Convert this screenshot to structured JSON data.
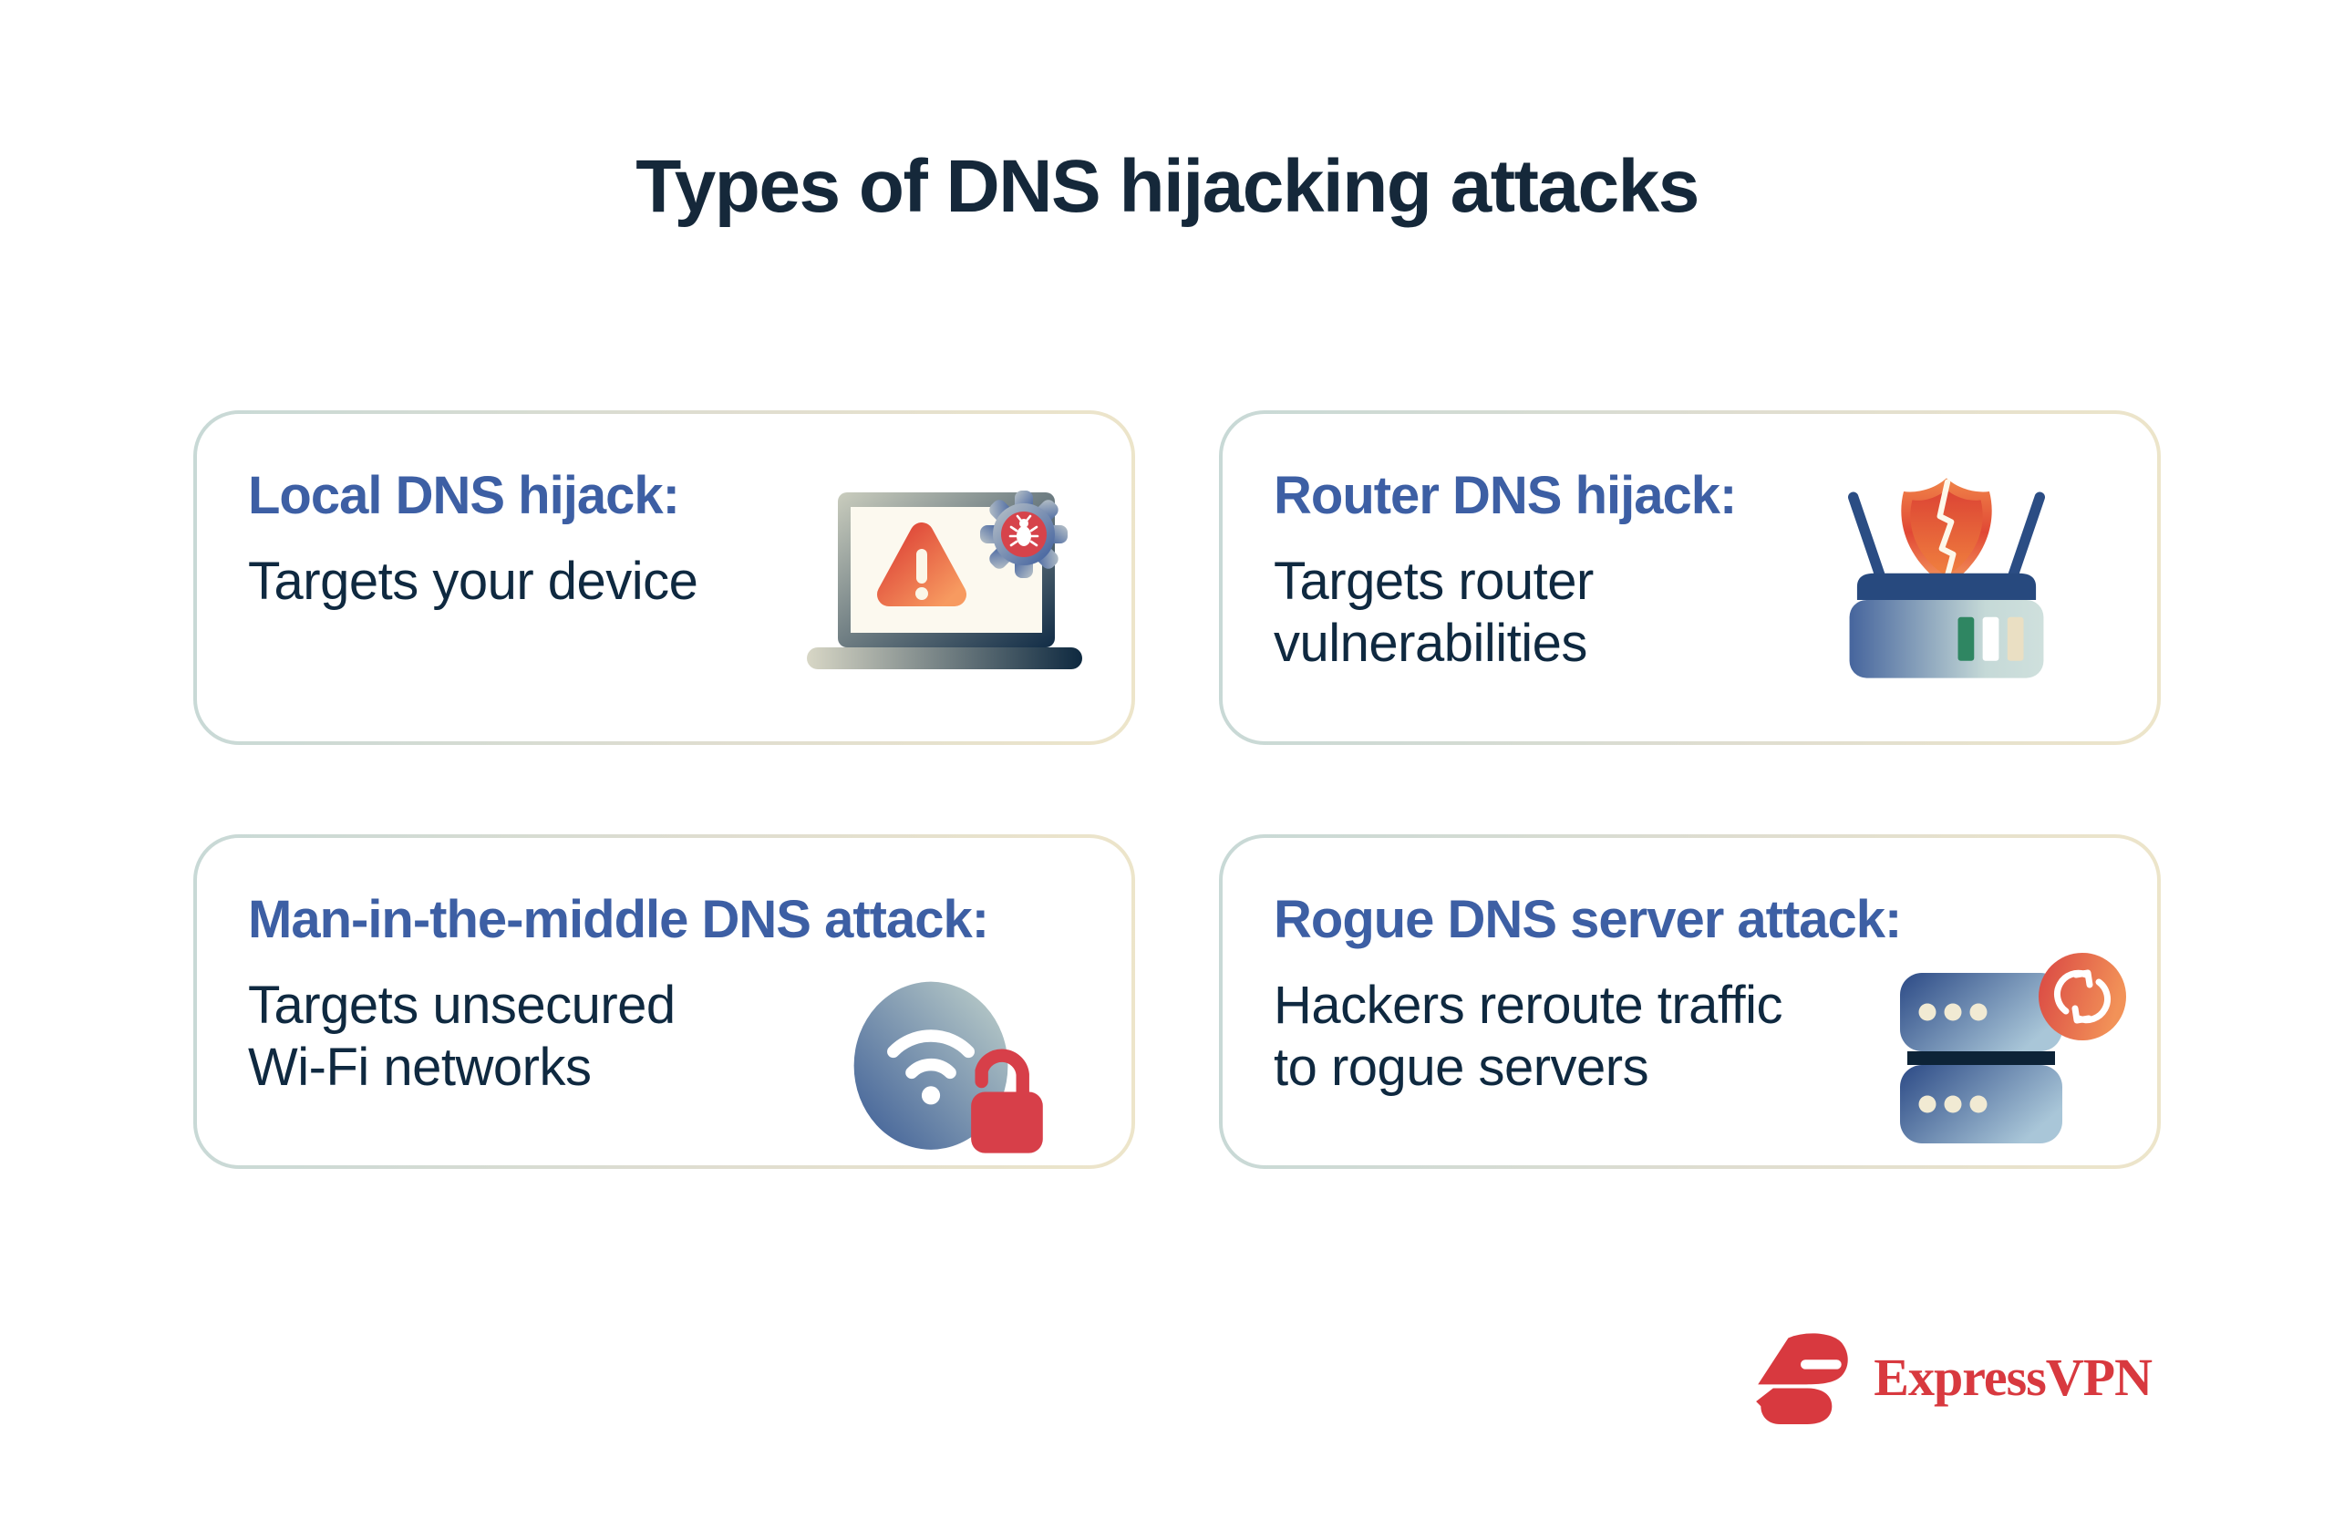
{
  "title": "Types of DNS hijacking attacks",
  "cards": [
    {
      "id": "local",
      "heading": "Local DNS hijack:",
      "body": "Targets your device",
      "icon": "laptop-malware-icon"
    },
    {
      "id": "router",
      "heading": "Router DNS hijack:",
      "body": "Targets router\nvulnerabilities",
      "icon": "router-breach-icon"
    },
    {
      "id": "mitm",
      "heading": "Man-in-the-middle DNS attack:",
      "body": "Targets unsecured\nWi-Fi networks",
      "icon": "wifi-unlocked-icon"
    },
    {
      "id": "rogue",
      "heading": "Rogue DNS server attack:",
      "body": "Hackers reroute traffic\nto rogue servers",
      "icon": "rogue-server-icon"
    }
  ],
  "brand": {
    "name": "ExpressVPN"
  },
  "colors": {
    "heading_blue": "#3d5fa4",
    "body_navy": "#0f2940",
    "title_navy": "#15283a",
    "card_border_left": "#c8d9d6",
    "card_border_right": "#ede5ca",
    "brand_red": "#d8393f",
    "alert_red": "#dd4337",
    "alert_orange": "#f79a60"
  }
}
